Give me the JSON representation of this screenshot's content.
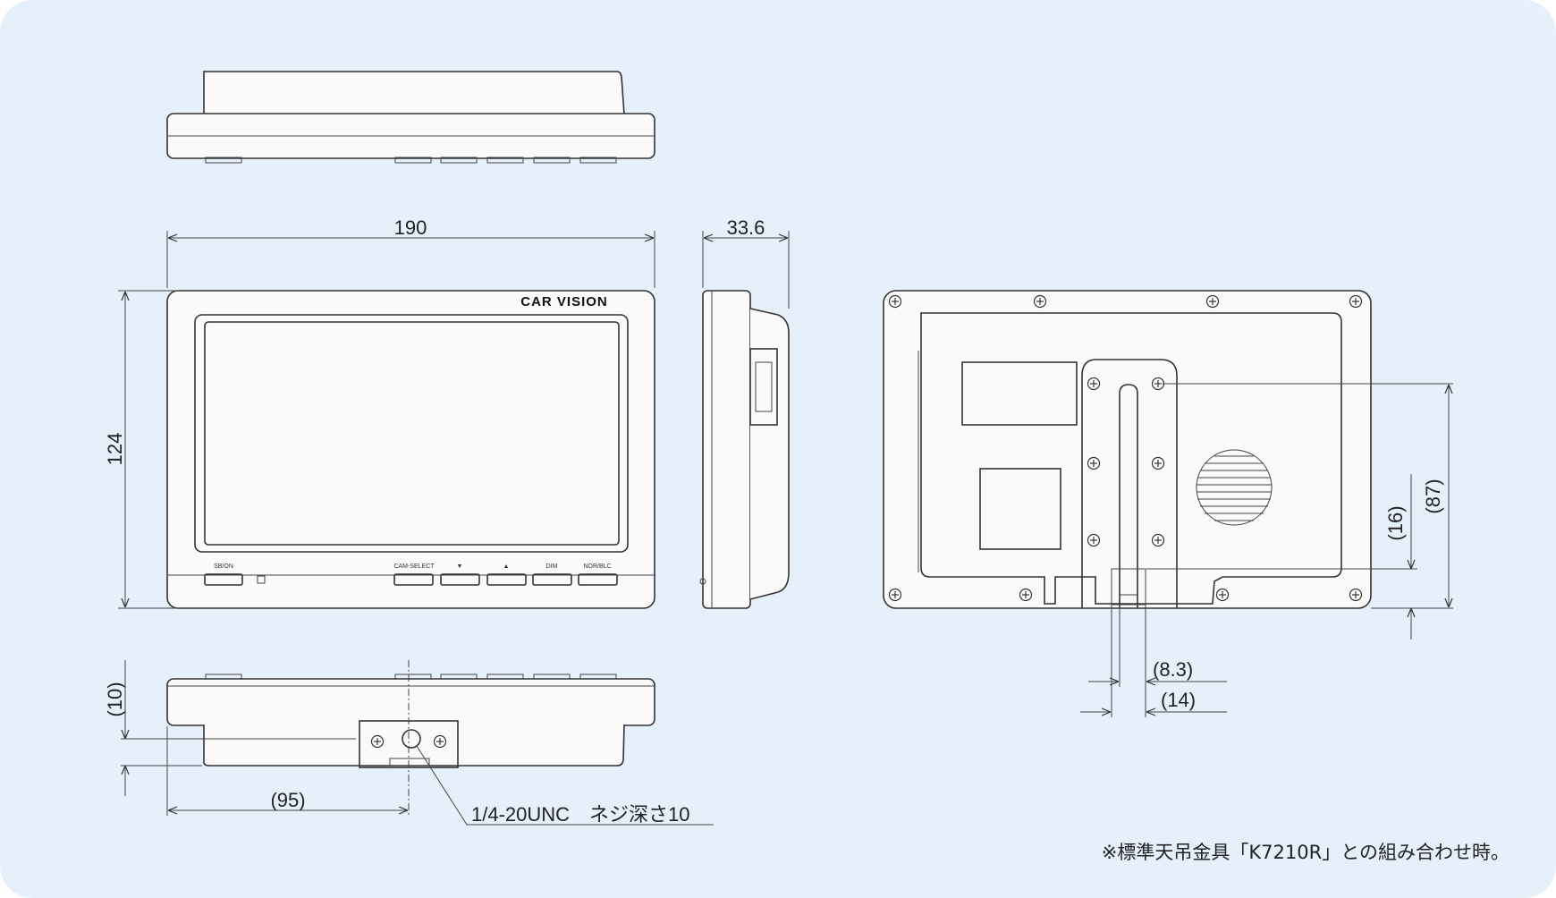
{
  "dimensions": {
    "width": "190",
    "depth": "33.6",
    "height": "124",
    "bottom_offset": "(10)",
    "mount_center": "(95)",
    "rear_87": "(87)",
    "rear_16": "(16)",
    "rear_8_3": "(8.3)",
    "rear_14": "(14)"
  },
  "front_panel": {
    "logo": "CAR VISION",
    "buttons": {
      "sb_on": "SB/ON",
      "cam_select": "CAM-SELECT",
      "down": "▼",
      "up": "▲",
      "dim": "DIM",
      "nor_blc": "NOR/BLC"
    }
  },
  "callout": "1/4-20UNC　ネジ深さ10",
  "footnote": "※標準天吊金具「K7210R」との組み合わせ時。",
  "colors": {
    "background": "#e5f0fb",
    "line": "#333333",
    "body": "#fafafa"
  }
}
